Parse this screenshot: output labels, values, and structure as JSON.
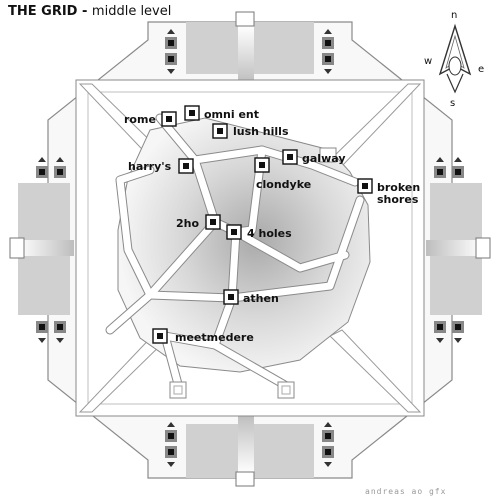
{
  "title": {
    "main": "THE GRID",
    "separator": " - ",
    "sub": "middle level"
  },
  "compass": {
    "north": "n",
    "east": "e",
    "south": "s",
    "west": "w"
  },
  "credit": "andreas ao gfx",
  "locations": {
    "rome": "rome",
    "omni_ent": "omni ent",
    "lush_hills": "lush hills",
    "harrys": "harry's",
    "galway": "galway",
    "clondyke": "clondyke",
    "broken_shores_line1": "broken",
    "broken_shores_line2": "shores",
    "2ho": "2ho",
    "4_holes": "4 holes",
    "athen": "athen",
    "meetmedere": "meetmedere"
  },
  "colors": {
    "outer_plate": "#f7f7f7",
    "outline": "#8a8a8a",
    "corridor": "#cfcfcf",
    "road_fill": "#ffffff",
    "terrain_light": "#f2f2f2",
    "terrain_dark": "#b9b9b9",
    "marker": "#111111",
    "label": "#111111"
  },
  "icons": {
    "location_marker": "square-target-icon",
    "gate_arrow_up": "triangle-up-icon",
    "gate_arrow_down": "triangle-down-icon",
    "grid_cell": "grid-cell-icon"
  }
}
